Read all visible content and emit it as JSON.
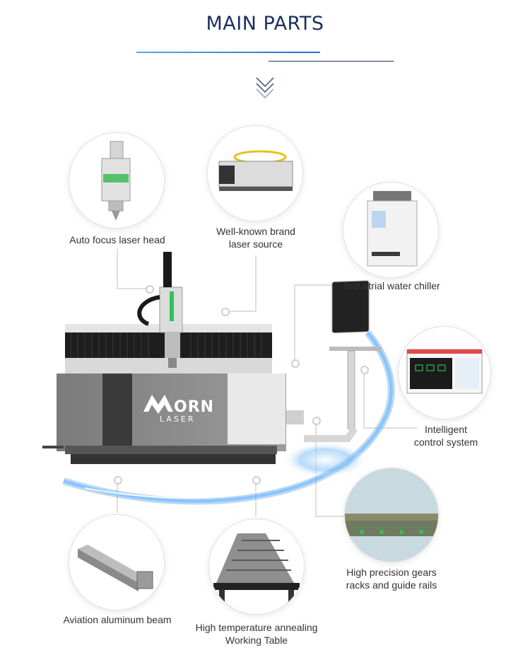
{
  "header": {
    "title": "MAIN PARTS"
  },
  "parts": [
    {
      "line1": "Auto focus laser head",
      "line2": ""
    },
    {
      "line1": "Well-known brand",
      "line2": "laser source"
    },
    {
      "line1": "Industrial water chiller",
      "line2": ""
    },
    {
      "line1": "Intelligent",
      "line2": "control system"
    },
    {
      "line1": "High precision gears",
      "line2": "racks and guide rails"
    },
    {
      "line1": "Aviation aluminum beam",
      "line2": ""
    },
    {
      "line1": "High temperature annealing",
      "line2": "Working Table"
    }
  ],
  "machine": {
    "brand_line1": "ORN",
    "brand_line2": "LASER"
  },
  "colors": {
    "title": "#1c2f5e",
    "accent": "#2b6fc0",
    "machine_gray": "#8c8c8c",
    "bellows": "#222222"
  },
  "icons": [
    "chevron-down-double-icon"
  ]
}
